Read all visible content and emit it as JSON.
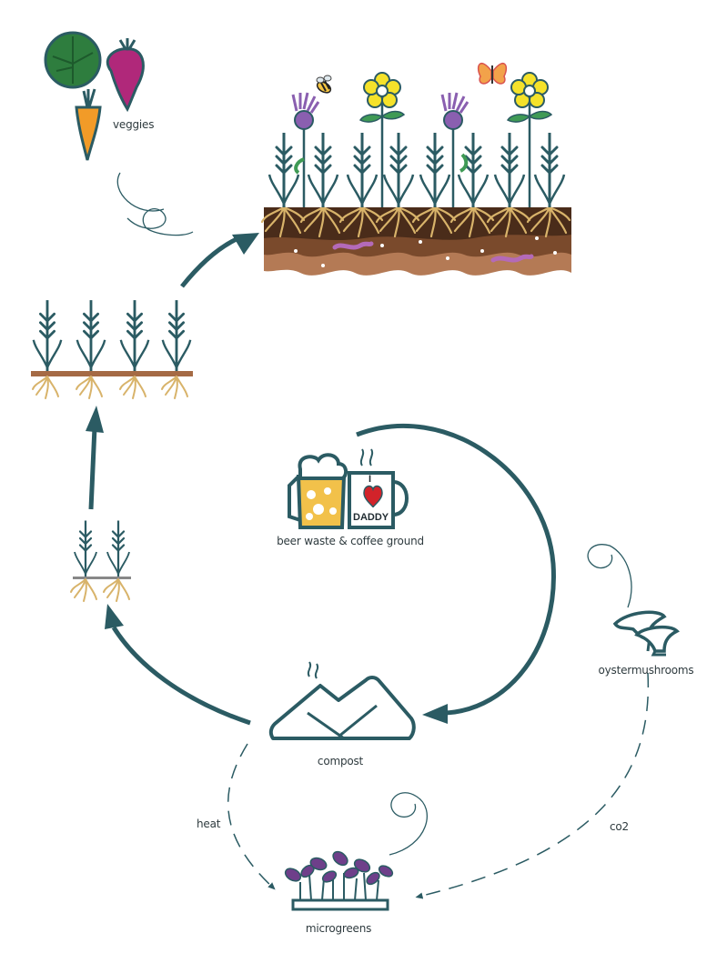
{
  "labels": {
    "veggies": "veggies",
    "beer_coffee": "beer waste & coffee ground",
    "oyster": "oystermushrooms",
    "compost": "compost",
    "heat": "heat",
    "co2": "co2",
    "microgreens": "microgreens"
  },
  "mug": {
    "line1": "I",
    "line2": "DADDY"
  },
  "colors": {
    "teal": "#2b5b63",
    "soil_dark": "#4a2c1a",
    "soil_mid": "#7a4a2c",
    "soil_light": "#b47a55",
    "root": "#d8b36a",
    "beer": "#f2c14a",
    "heart": "#d2232a",
    "purple": "#6e3f8a",
    "yellow": "#f5e22a",
    "leaf_green": "#3f9a55",
    "carrot": "#f29b28",
    "beet": "#b0287a",
    "cabbage": "#2e7d3e"
  },
  "icons": [
    "veggies-icon",
    "field-icon",
    "seedling-icon",
    "sprout-icon",
    "beer-mug-icon",
    "coffee-mug-icon",
    "mushroom-icon",
    "compost-icon",
    "microgreens-icon",
    "bee-icon",
    "butterfly-icon",
    "worm-icon",
    "flower-icon",
    "thistle-icon",
    "wheat-icon"
  ]
}
